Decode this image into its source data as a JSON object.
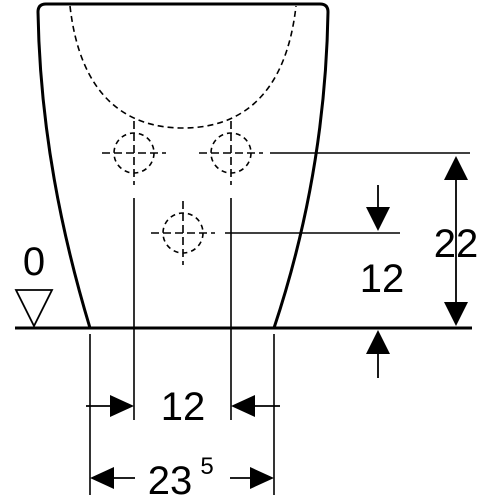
{
  "drawing": {
    "level_label": "0",
    "dimensions": {
      "pipe_spacing_horizontal": "12",
      "waste_to_upper_height": "12",
      "upper_from_floor": "22",
      "footprint_width_main": "23",
      "footprint_width_sup": "5"
    }
  }
}
